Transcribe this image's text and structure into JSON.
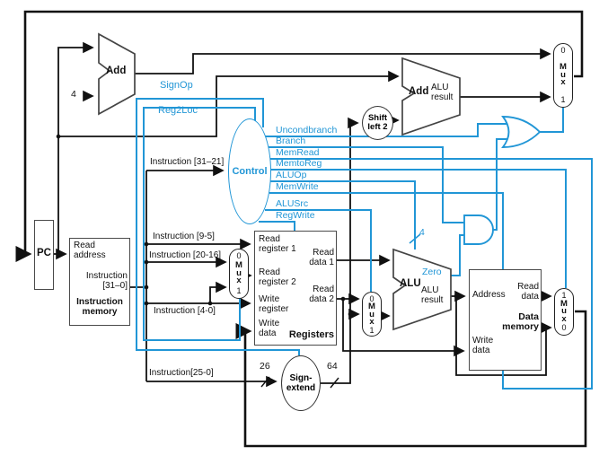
{
  "colors": {
    "signal_blue": "#2196d6",
    "wire_black": "#111111"
  },
  "pc": {
    "label": "PC"
  },
  "instruction_memory": {
    "read_address": "Read\naddress",
    "instruction": "Instruction\n[31–0]",
    "title": "Instruction\nmemory"
  },
  "registers": {
    "read_register_1": "Read\nregister 1",
    "read_register_2": "Read\nregister 2",
    "write_register": "Write\nregister",
    "write_data": "Write\ndata",
    "read_data_1": "Read\ndata 1",
    "read_data_2": "Read\ndata 2",
    "title": "Registers"
  },
  "data_memory": {
    "address": "Address",
    "read_data": "Read\ndata",
    "write_data": "Write\ndata",
    "title": "Data\nmemory"
  },
  "adder_pc": {
    "name": "Add",
    "constant": "4"
  },
  "adder_branch": {
    "name": "Add",
    "result": "ALU\nresult"
  },
  "alu_main": {
    "name": "ALU",
    "result": "ALU\nresult",
    "zero": "Zero"
  },
  "shift_left_2": {
    "label": "Shift\nleft 2"
  },
  "sign_extend": {
    "label": "Sign-\nextend",
    "input_width": "26",
    "output_width": "64"
  },
  "control": {
    "name": "Control",
    "signals": [
      "Uncondbranch",
      "Branch",
      "MemRead",
      "MemtoReg",
      "ALUOp",
      "MemWrite",
      "ALUSrc",
      "RegWrite"
    ],
    "sign_op": "SignOp",
    "reg2loc": "Reg2Loc",
    "aluop_width": "4"
  },
  "instruction_fields": {
    "f31_21": "Instruction [31–21]",
    "f9_5": "Instruction [9-5]",
    "f20_16": "Instruction [20-16]",
    "f4_0": "Instruction [4-0]",
    "f25_0": "Instruction[25-0]"
  },
  "mux": {
    "m": "M\nu\nx",
    "zero": "0",
    "one": "1"
  }
}
